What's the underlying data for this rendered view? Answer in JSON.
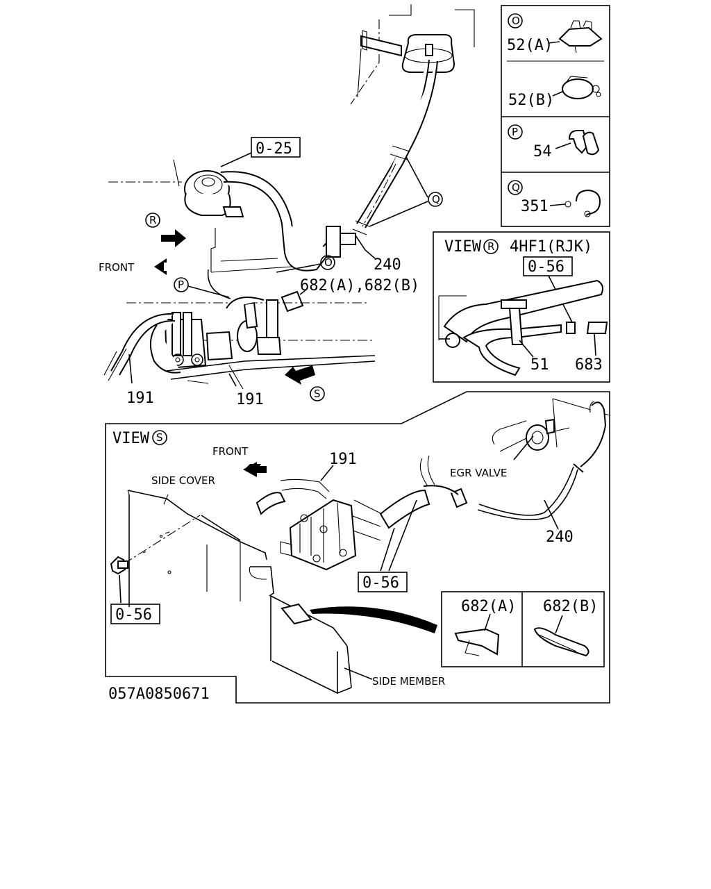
{
  "labels": {
    "o25": "0-25",
    "callout_o": "O",
    "callout_p": "P",
    "callout_q": "Q",
    "callout_r": "R",
    "callout_s": "S",
    "front_main": "FRONT",
    "part_240_main": "240",
    "part_682_main": "682(A),682(B)",
    "part_191_left": "191",
    "part_191_mid": "191"
  },
  "inset_o": {
    "circle": "O",
    "part_a": "52(A)",
    "part_b": "52(B)"
  },
  "inset_p": {
    "circle": "P",
    "part": "54"
  },
  "inset_q": {
    "circle": "Q",
    "part": "351"
  },
  "view_r": {
    "title": "VIEW",
    "circle": "R",
    "model": "4HF1(RJK)",
    "o56": "0-56",
    "part_51": "51",
    "part_683": "683"
  },
  "view_s": {
    "title": "VIEW",
    "circle": "S",
    "front": "FRONT",
    "part_191": "191",
    "egr_valve": "EGR VALVE",
    "side_cover": "SIDE COVER",
    "part_240": "240",
    "o56_center": "0-56",
    "o56_left": "0-56",
    "side_member": "SIDE MEMBER",
    "part_682a": "682(A)",
    "part_682b": "682(B)"
  },
  "footer": {
    "drawing_code": "057A0850671"
  }
}
